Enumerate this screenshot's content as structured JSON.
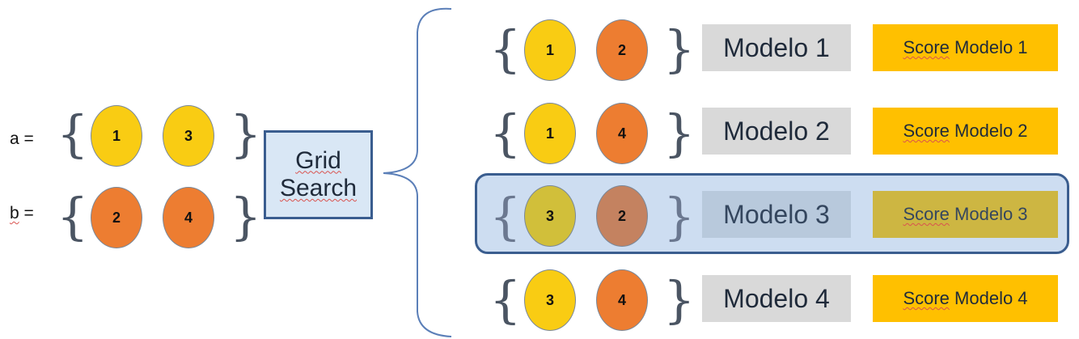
{
  "params": {
    "a": {
      "label": "a =",
      "values": [
        "1",
        "3"
      ]
    },
    "b": {
      "label": "b =",
      "values": [
        "2",
        "4"
      ]
    }
  },
  "grid_search": {
    "line1": "Grid",
    "line2": "Search"
  },
  "combos": [
    {
      "a": "1",
      "b": "2",
      "model": "Modelo 1",
      "score": "Score Modelo 1",
      "score_word": "Score",
      "score_rest": " Modelo 1",
      "highlighted": false
    },
    {
      "a": "1",
      "b": "4",
      "model": "Modelo 2",
      "score": "Score Modelo 2",
      "score_word": "Score",
      "score_rest": " Modelo 2",
      "highlighted": false
    },
    {
      "a": "3",
      "b": "2",
      "model": "Modelo 3",
      "score": "Score Modelo 3",
      "score_word": "Score",
      "score_rest": " Modelo 3",
      "highlighted": true
    },
    {
      "a": "3",
      "b": "4",
      "model": "Modelo 4",
      "score": "Score Modelo 4",
      "score_word": "Score",
      "score_rest": " Modelo 4",
      "highlighted": false
    }
  ],
  "colors": {
    "yellow": "#f9cc13",
    "orange": "#ed7d31",
    "model_box": "#d9d9d9",
    "score_box": "#ffc000",
    "highlight_fill": "#c2d6ee",
    "border_blue": "#3a5d8f"
  }
}
